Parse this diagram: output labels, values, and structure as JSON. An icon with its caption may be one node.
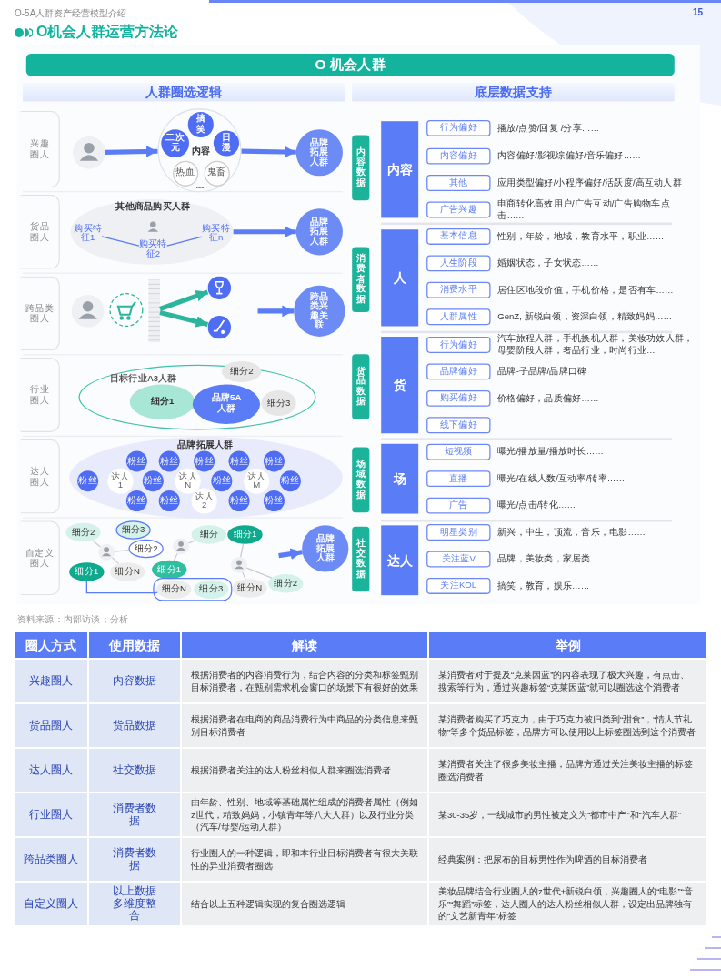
{
  "diagram": {
    "title": "O机会人群运营方法论",
    "nodes": [
      {
        "text": [
          "O 机会人群"
        ]
      },
      {
        "text": [
          "人群圈选逻辑"
        ]
      },
      {
        "text": [
          "底层数据支持"
        ]
      },
      {
        "text": [
          "兴趣圈人"
        ]
      },
      {
        "text": [],
        "shape": "person"
      },
      {
        "text": [
          "内容"
        ]
      },
      {
        "text": [
          "搞笑"
        ],
        "in": 5
      },
      {
        "text": [
          "二次元"
        ],
        "in": 5
      },
      {
        "text": [
          "日漫"
        ],
        "in": 5
      },
      {
        "text": [
          "热血"
        ],
        "in": 5
      },
      {
        "text": [
          "鬼畜"
        ],
        "in": 5
      },
      {
        "text": [
          "品牌拓展人群"
        ]
      },
      {
        "text": [
          "货品圈人"
        ]
      },
      {
        "text": [
          "其他商品购买人群"
        ]
      },
      {
        "text": [],
        "shape": "person",
        "in": 13
      },
      {
        "text": [
          "购买特征1"
        ],
        "in": 13
      },
      {
        "text": [
          "购买特征2"
        ],
        "in": 13
      },
      {
        "text": [
          "购买特征n"
        ],
        "in": 13
      },
      {
        "text": [
          "品牌拓展人群"
        ]
      },
      {
        "text": [
          "跨品类圈人"
        ]
      },
      {
        "text": [],
        "shape": "person"
      },
      {
        "text": [],
        "shape": "picture"
      },
      {
        "text": [],
        "shape": "picture"
      },
      {
        "text": [],
        "shape": "picture"
      },
      {
        "text": [],
        "shape": "picture"
      },
      {
        "text": [
          "跨品类兴趣关联"
        ]
      },
      {
        "text": [
          "行业圈人"
        ]
      },
      {
        "text": [
          "目标行业A3人群"
        ]
      },
      {
        "text": [
          "细分1"
        ],
        "in": 27
      },
      {
        "text": [
          "品牌5A人群"
        ],
        "in": 27
      },
      {
        "text": [
          "细分2"
        ]
      },
      {
        "text": [
          "细分3"
        ],
        "in": 27
      },
      {
        "text": [
          "达人圈人"
        ]
      },
      {
        "text": [
          "品牌拓展人群"
        ]
      },
      {
        "text": [
          "粉丝"
        ],
        "in": 33
      },
      {
        "text": [
          "粉丝"
        ],
        "in": 33
      },
      {
        "text": [
          "粉丝"
        ],
        "in": 33
      },
      {
        "text": [
          "粉丝"
        ],
        "in": 33
      },
      {
        "text": [
          "粉丝"
        ],
        "in": 33
      },
      {
        "text": [
          "粉丝"
        ],
        "in": 33
      },
      {
        "text": [
          "粉丝"
        ],
        "in": 33
      },
      {
        "text": [
          "粉丝"
        ],
        "in": 33
      },
      {
        "text": [
          "粉丝"
        ],
        "in": 33
      },
      {
        "text": [
          "粉丝"
        ],
        "in": 33
      },
      {
        "text": [
          "粉丝"
        ],
        "in": 33
      },
      {
        "text": [
          "粉丝"
        ],
        "in": 33
      },
      {
        "text": [
          "粉丝"
        ],
        "in": 33
      },
      {
        "text": [
          "达人1"
        ],
        "in": 33
      },
      {
        "text": [
          "达人N"
        ],
        "in": 33
      },
      {
        "text": [
          "达人M"
        ],
        "in": 33
      },
      {
        "text": [
          "达人2"
        ],
        "in": 33
      },
      {
        "text": [
          "自定义圈人"
        ]
      },
      {
        "text": [
          "细分2"
        ]
      },
      {
        "text": [
          "细分3"
        ]
      },
      {
        "text": [
          "细分2"
        ]
      },
      {
        "text": [],
        "shape": "person"
      },
      {
        "text": [
          "细分1"
        ]
      },
      {
        "text": [
          "细分N"
        ]
      },
      {
        "text": [
          "细分1"
        ]
      },
      {
        "text": [],
        "shape": "person"
      },
      {
        "text": [
          "细分"
        ]
      },
      {
        "text": [
          "细分1"
        ]
      },
      {
        "text": [],
        "shape": "person"
      },
      {
        "text": [
          "细分2"
        ]
      },
      {
        "text": [
          "细分N"
        ]
      },
      {
        "text": [
          "细分N"
        ]
      },
      {
        "text": [
          "细分3"
        ]
      },
      {
        "text": [
          "品牌拓展人群"
        ]
      },
      {
        "text": [
          "内容数据"
        ]
      },
      {
        "text": [
          "内容"
        ]
      },
      {
        "text": [
          "行为偏好"
        ],
        "beside": [
          "播放/点赞/回复 /分享……"
        ]
      },
      {
        "text": [
          "内容偏好"
        ],
        "beside": [
          "内容偏好/影视综偏好/音乐偏好……"
        ]
      },
      {
        "text": [
          "其他"
        ],
        "beside": [
          "应用类型偏好/小程序偏好/活跃度/高互动人群"
        ]
      },
      {
        "text": [
          "广告兴趣"
        ],
        "beside": [
          "电商转化高效用户/广告互动/广告购物车点击……"
        ]
      },
      {
        "text": [
          "消费者数据"
        ]
      },
      {
        "text": [
          "人"
        ]
      },
      {
        "text": [
          "基本信息"
        ],
        "beside": [
          "性别，年龄，地域，教育水平，职业……"
        ]
      },
      {
        "text": [
          "人生阶段"
        ],
        "beside": [
          "婚姻状态，子女状态……"
        ]
      },
      {
        "text": [
          "消费水平"
        ],
        "beside": [
          "居住区地段价值，手机价格，是否有车……"
        ]
      },
      {
        "text": [
          "人群属性"
        ],
        "beside": [
          "GenZ, 新锐白领，资深白领，精致妈妈……"
        ]
      },
      {
        "text": [
          "货品数据"
        ]
      },
      {
        "text": [
          "货"
        ]
      },
      {
        "text": [
          "行为偏好"
        ],
        "beside": [
          "汽车旅程人群，手机换机人群，美妆功效人群，母婴阶段人群，奢品行业，时尚行业…"
        ]
      },
      {
        "text": [
          "品牌偏好"
        ],
        "beside": [
          "品牌-子品牌/品牌口碑"
        ]
      },
      {
        "text": [
          "购买偏好"
        ],
        "beside": [
          "价格偏好，品质偏好……"
        ]
      },
      {
        "text": [
          "线下偏好"
        ]
      },
      {
        "text": [
          "场域数据"
        ]
      },
      {
        "text": [
          "场"
        ]
      },
      {
        "text": [
          "短视频"
        ],
        "beside": [
          "曝光/播放量/播放时长……"
        ]
      },
      {
        "text": [
          "直播"
        ],
        "beside": [
          "曝光/在线人数/互动率/转率……"
        ]
      },
      {
        "text": [
          "广告"
        ],
        "beside": [
          "曝光/点击/转化……"
        ]
      },
      {
        "text": [
          "社交数据"
        ]
      },
      {
        "text": [
          "达人"
        ]
      },
      {
        "text": [
          "明星类别"
        ],
        "beside": [
          "新兴，中生，顶流，音乐，电影……"
        ]
      },
      {
        "text": [
          "关注蓝V"
        ],
        "beside": [
          "品牌，美妆类，家居类……"
        ]
      },
      {
        "text": [
          "关注KOL"
        ],
        "beside": [
          "搞笑，教育，娱乐……"
        ]
      }
    ],
    "edges": [
      {
        "from": 4,
        "to": 5,
        "arrow": "to",
        "style": "thick",
        "color": "#5b7cf7"
      },
      {
        "from": 5,
        "to": 11,
        "arrow": "to",
        "style": "thick",
        "color": "#5b7cf7"
      },
      {
        "from": 15,
        "to": 16,
        "arrow": "none",
        "color": "#5b7cf7"
      },
      {
        "from": 16,
        "to": 17,
        "arrow": "none",
        "color": "#5b7cf7"
      },
      {
        "from": 13,
        "to": 18,
        "arrow": "to",
        "style": "thick",
        "color": "#5b7cf7"
      },
      {
        "from": 22,
        "to": 23,
        "arrow": "to",
        "style": "thick",
        "color": "#2bb59c"
      },
      {
        "from": 22,
        "to": 24,
        "arrow": "to",
        "style": "thick",
        "color": "#2bb59c"
      },
      {
        "from": null,
        "to": 25,
        "arrow": "to",
        "style": "thick",
        "color": "#5b7cf7"
      },
      {
        "from": 55,
        "to": 52,
        "arrow": "none",
        "color": "#c9ccd3"
      },
      {
        "from": 55,
        "to": 54,
        "arrow": "none",
        "color": "#c9ccd3"
      },
      {
        "from": 55,
        "to": 57,
        "arrow": "none",
        "color": "#c9ccd3"
      },
      {
        "from": 59,
        "to": 58,
        "arrow": "none",
        "color": "#c9ccd3"
      },
      {
        "from": 59,
        "to": 60,
        "arrow": "none",
        "color": "#c9ccd3"
      },
      {
        "from": 62,
        "to": 61,
        "arrow": "none",
        "color": "#c9ccd3"
      },
      {
        "from": 62,
        "to": 63,
        "arrow": "none",
        "color": "#c9ccd3"
      },
      {
        "from": 62,
        "to": 64,
        "arrow": "none",
        "color": "#c9ccd3"
      },
      {
        "from": 56,
        "to": 65,
        "arrow": "none",
        "color": "#5b7cf7"
      },
      {
        "from": null,
        "to": 67,
        "arrow": "to",
        "style": "thick",
        "color": "#5b7cf7"
      }
    ],
    "labels": [
      "O-5A人群资产经营模型介绍",
      "15",
      "......",
      "资料来源：内部访谈；分析",
      "圈人方式",
      "使用数据",
      "解读",
      "举例",
      "兴趣圈人",
      "内容数据",
      "根据消费者的内容消费行为，结合内容的分类和标签甄别目标消费者，在甄别需求机会窗口的场景下有很好的效果",
      "某消费者对于提及“克莱因蓝”的内容表现了极大兴趣，有点击、搜索等行为，通过兴趣标签“克莱因蓝”就可以圈选这个消费者",
      "货品圈人",
      "货品数据",
      "根据消费者在电商的商品消费行为中商品的分类信息来甄别目标消费者",
      "某消费者购买了巧克力，由于巧克力被归类到“甜食”，“情人节礼物”等多个货品标签，品牌方可以使用以上标签圈选到这个消费者",
      "达人圈人",
      "社交数据",
      "根据消费者关注的达人粉丝相似人群来圈选消费者",
      "某消费者关注了很多美妆主播，品牌方通过关注美妆主播的标签圈选消费者",
      "行业圈人",
      "消费者数据",
      "由年龄、性别、地域等基础属性组成的消费者属性（例如z世代，精致妈妈，小镇青年等八大人群）以及行业分类（汽车/母婴/运动人群）",
      "某30-35岁，一线城市的男性被定义为“都市中产”和“汽车人群”",
      "跨品类圈人",
      "消费者数据",
      "行业圈人的一种逻辑，即和本行业目标消费者有很大关联性的异业消费者圈选",
      "经典案例：把尿布的目标男性作为啤酒的目标消费者",
      "自定义圈人",
      "以上数据多维度整合",
      "结合以上五种逻辑实现的复合圈选逻辑",
      "美妆品牌结合行业圈人的z世代+新锐白领，兴趣圈人的“电影”“音乐”“舞蹈”标签，达人圈人的达人粉丝相似人群，设定出品牌独有的“文艺新青年”标签"
    ]
  }
}
